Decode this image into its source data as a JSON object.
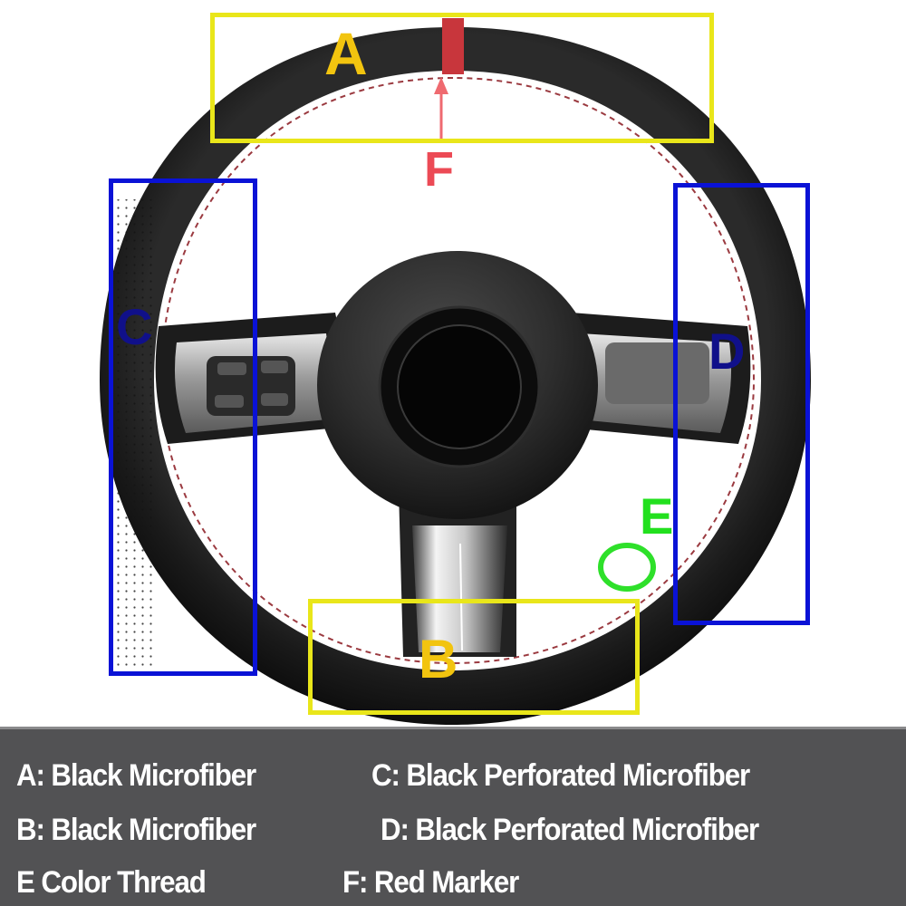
{
  "image": {
    "subject": "steering-wheel-cover-diagram",
    "background": "#ffffff"
  },
  "markers": {
    "A": {
      "label": "A",
      "color": "#f2c40f"
    },
    "B": {
      "label": "B",
      "color": "#f2c40f"
    },
    "C": {
      "label": "C",
      "color": "#10108a"
    },
    "D": {
      "label": "D",
      "color": "#10108a"
    },
    "E": {
      "label": "E",
      "color": "#22e01e"
    },
    "F": {
      "label": "F",
      "color": "#ec4a55"
    }
  },
  "colors": {
    "yellow_box": "#e9e61a",
    "blue_box": "#0a12d6",
    "green_circle": "#2ee02a",
    "red_marker": "#c8363c",
    "arrow": "#ef6a70",
    "legend_bg": "#525254",
    "legend_text": "#ffffff"
  },
  "legend": {
    "items": [
      {
        "key": "A",
        "text": "A: Black Microfiber"
      },
      {
        "key": "C",
        "text": "C: Black Perforated Microfiber"
      },
      {
        "key": "B",
        "text": "B: Black Microfiber"
      },
      {
        "key": "D",
        "text": "D: Black Perforated Microfiber"
      },
      {
        "key": "E",
        "text": "E  Color Thread"
      },
      {
        "key": "F",
        "text": "F: Red Marker"
      }
    ]
  }
}
